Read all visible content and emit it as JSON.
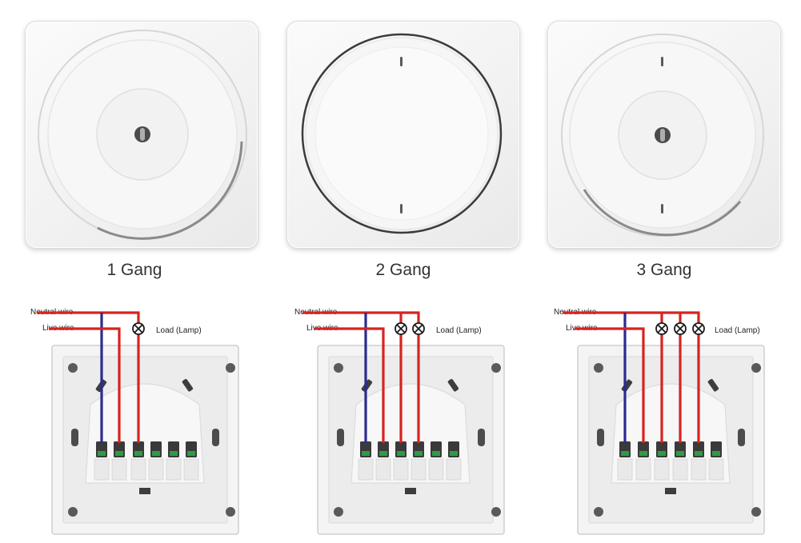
{
  "gangs": [
    {
      "label": "1 Gang",
      "neutral_wire": "Neutral wire",
      "live_wire": "Live wire",
      "load": "Load (Lamp)"
    },
    {
      "label": "2 Gang",
      "neutral_wire": "Neutral wire",
      "live_wire": "Live wire",
      "load": "Load (Lamp)"
    },
    {
      "label": "3 Gang",
      "neutral_wire": "Neutral wire",
      "live_wire": "Live wire",
      "load": "Load (Lamp)"
    }
  ],
  "colors": {
    "neutral": "#2b2b8f",
    "live": "#d8231f",
    "lamp": "#d8231f",
    "terminal": "#3a3a3a",
    "terminal_green": "#2e9b45"
  }
}
